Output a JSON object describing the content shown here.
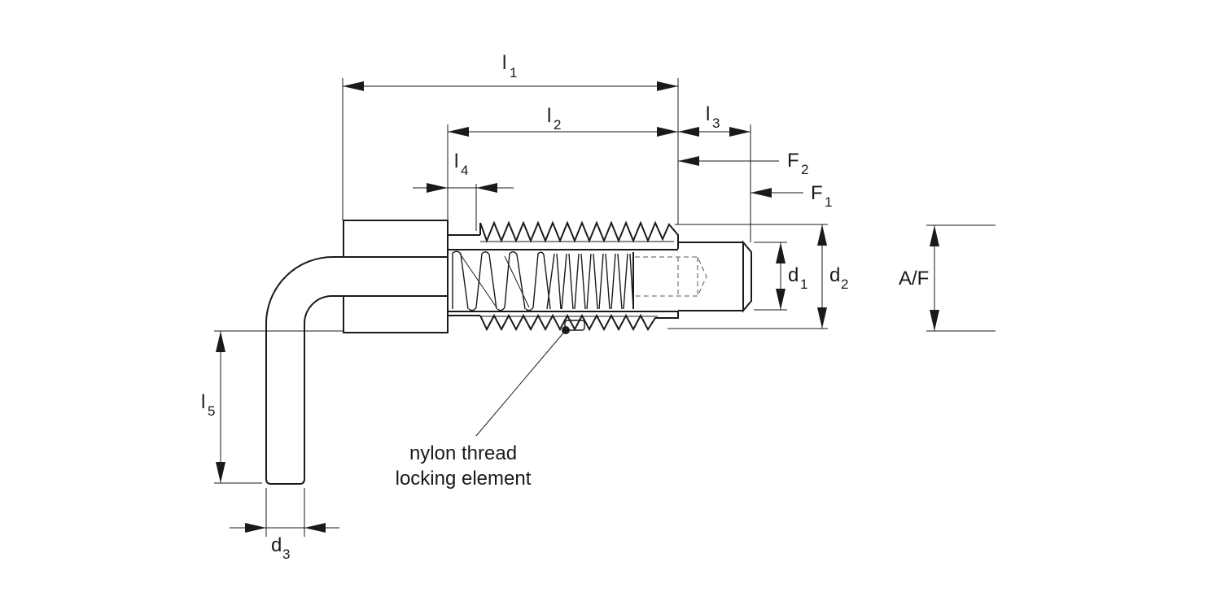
{
  "diagram": {
    "dimensions": {
      "l1": {
        "main": "l",
        "sub": "1"
      },
      "l2": {
        "main": "l",
        "sub": "2"
      },
      "l3": {
        "main": "l",
        "sub": "3"
      },
      "l4": {
        "main": "l",
        "sub": "4"
      },
      "l5": {
        "main": "l",
        "sub": "5"
      },
      "d1": {
        "main": "d",
        "sub": "1"
      },
      "d2": {
        "main": "d",
        "sub": "2"
      },
      "d3": {
        "main": "d",
        "sub": "3"
      },
      "F1": {
        "main": "F",
        "sub": "1"
      },
      "F2": {
        "main": "F",
        "sub": "2"
      },
      "af": "A/F"
    },
    "annotation": {
      "line1": "nylon thread",
      "line2": "locking element"
    }
  }
}
